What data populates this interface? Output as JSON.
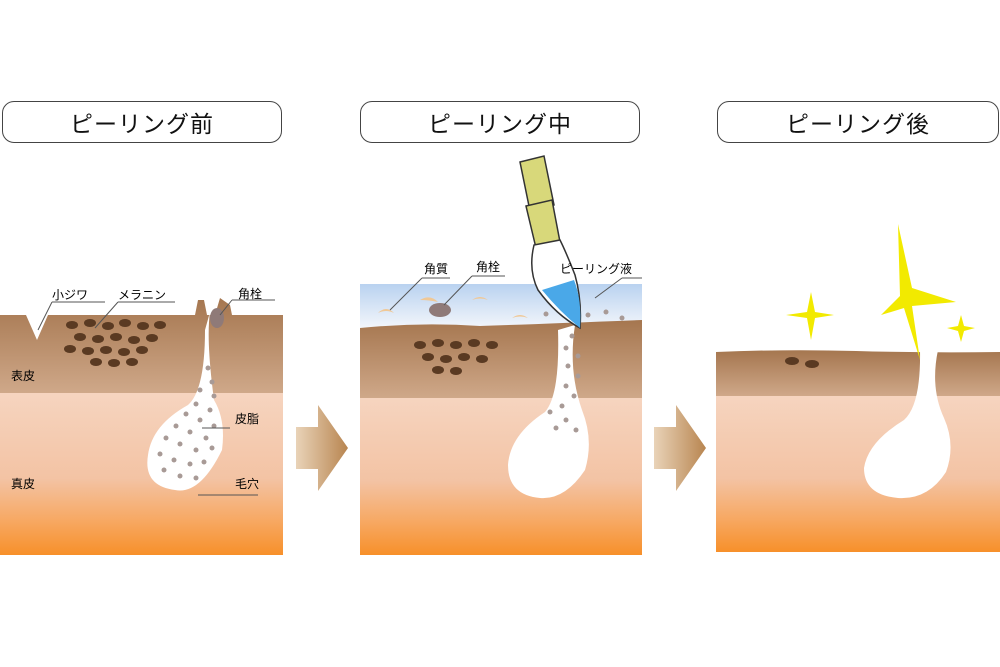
{
  "titles": {
    "before": "ピーリング前",
    "during": "ピーリング中",
    "after": "ピーリング後"
  },
  "labels": {
    "small_wrinkle": "小ジワ",
    "melanin": "メラニン",
    "keratin_plug": "角栓",
    "epidermis": "表皮",
    "sebum": "皮脂",
    "dermis": "真皮",
    "pore": "毛穴",
    "keratin": "角質",
    "keratin_plug_during": "角栓",
    "peeling_liquid": "ピーリング液"
  },
  "colors": {
    "epidermis": "#b58a62",
    "dermis_top": "#f3cdb5",
    "dermis_bottom": "#f79a3a",
    "pore": "#ffffff",
    "melanin": "#5a3a22",
    "liquid": "#c9dcf2",
    "brush_handle": "#d8d87a",
    "sparkle": "#f2ea00",
    "arrow": "#c79860"
  },
  "icons": {
    "arrow": "right-arrow-icon",
    "brush": "brush-icon",
    "sparkle": "sparkle-icon"
  }
}
